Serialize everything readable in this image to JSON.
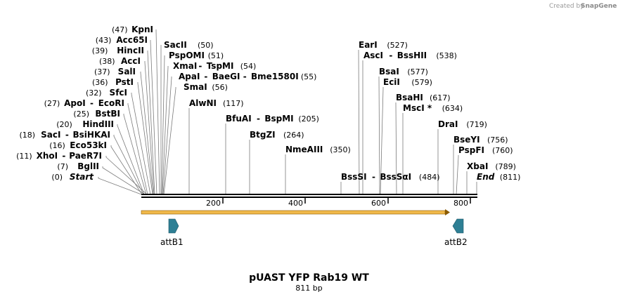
{
  "credit": "Created by",
  "brand": "SnapGene",
  "title": "pUAST YFP Rab19 WT",
  "subtitle": "811 bp",
  "ticks": [
    "200",
    "400",
    "600",
    "800"
  ],
  "features": [
    {
      "name": "attB1",
      "direction": "forward",
      "color": "#2e7f94"
    },
    {
      "name": "attB2",
      "direction": "reverse",
      "color": "#2e7f94"
    }
  ],
  "orf_color": "#f0b94a",
  "sites": [
    {
      "pos": "(47)",
      "name": "KpnI"
    },
    {
      "pos": "(43)",
      "name": "Acc65I"
    },
    {
      "pos": "(39)",
      "name": "HincII"
    },
    {
      "pos": "(38)",
      "name": "AccI"
    },
    {
      "pos": "(37)",
      "name": "SalI"
    },
    {
      "pos": "(36)",
      "name": "PstI"
    },
    {
      "pos": "(32)",
      "name": "SfcI"
    },
    {
      "pos": "(27)",
      "name": "ApoI",
      "alt": "EcoRI"
    },
    {
      "pos": "(25)",
      "name": "BstBI"
    },
    {
      "pos": "(20)",
      "name": "HindIII"
    },
    {
      "pos": "(18)",
      "name": "SacI",
      "alt": "BsiHKAI"
    },
    {
      "pos": "(16)",
      "name": "Eco53kI"
    },
    {
      "pos": "(11)",
      "name": "XhoI",
      "alt": "PaeR7I"
    },
    {
      "pos": "(7)",
      "name": "BglII"
    },
    {
      "pos": "(0)",
      "name": "Start"
    },
    {
      "pos": "(50)",
      "name": "SacII"
    },
    {
      "pos": "(51)",
      "name": "PspOMI"
    },
    {
      "pos": "(54)",
      "name": "XmaI",
      "alt": "TspMI"
    },
    {
      "pos": "(55)",
      "name": "ApaI",
      "alt": "BaeGI",
      "alt2": "Bme1580I"
    },
    {
      "pos": "(56)",
      "name": "SmaI"
    },
    {
      "pos": "(117)",
      "name": "AlwNI"
    },
    {
      "pos": "(205)",
      "name": "BfuAI",
      "alt": "BspMI"
    },
    {
      "pos": "(264)",
      "name": "BtgZI"
    },
    {
      "pos": "(350)",
      "name": "NmeAIII"
    },
    {
      "pos": "(484)",
      "name": "BssSI",
      "alt": "BssSαI"
    },
    {
      "pos": "(527)",
      "name": "EarI"
    },
    {
      "pos": "(538)",
      "name": "AscI",
      "alt": "BssHII"
    },
    {
      "pos": "(577)",
      "name": "BsaI"
    },
    {
      "pos": "(579)",
      "name": "EciI"
    },
    {
      "pos": "(617)",
      "name": "BsaHI"
    },
    {
      "pos": "(634)",
      "name": "MscI *"
    },
    {
      "pos": "(719)",
      "name": "DraI"
    },
    {
      "pos": "(756)",
      "name": "BseYI"
    },
    {
      "pos": "(760)",
      "name": "PspFI"
    },
    {
      "pos": "(789)",
      "name": "XbaI"
    },
    {
      "pos": "(811)",
      "name": "End"
    }
  ]
}
